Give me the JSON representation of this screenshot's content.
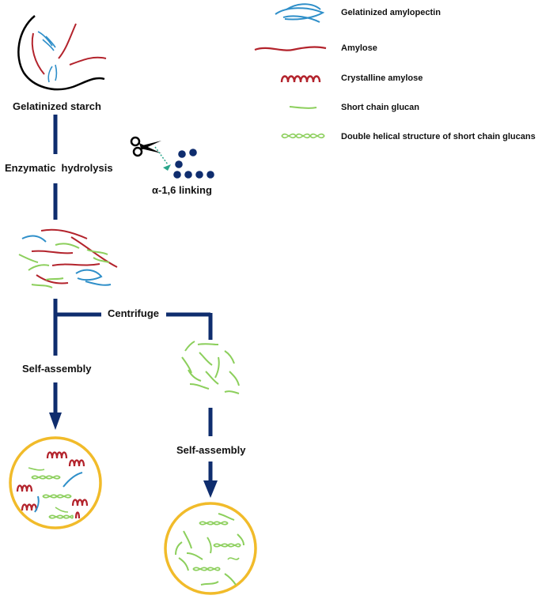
{
  "colors": {
    "amylopectin": "#2f8fc9",
    "amylose": "#b3232c",
    "glucan": "#8ccf5c",
    "flow": "#0f2d6e",
    "circle": "#f1bb2a",
    "outline": "#000000"
  },
  "legend": {
    "items": [
      {
        "label": "Gelatinized amylopectin",
        "icon": "amylopectin-icon"
      },
      {
        "label": "Amylose",
        "icon": "amylose-icon"
      },
      {
        "label": "Crystalline amylose",
        "icon": "crystalline-amylose-icon"
      },
      {
        "label": "Short chain glucan",
        "icon": "short-chain-glucan-icon"
      },
      {
        "label": "Double helical structure of short chain glucans",
        "icon": "double-helix-icon"
      }
    ]
  },
  "labels": {
    "gelatinized_starch": "Gelatinized starch",
    "enzymatic_hydrolysis": "Enzymatic  hydrolysis",
    "linking": "α-1,6 linking",
    "centrifuge": "Centrifuge",
    "self_assembly_left": "Self-assembly",
    "self_assembly_right": "Self-assembly"
  },
  "icons": {
    "scissors": "scissors-icon",
    "glucose_chain": "glucose-chain-icon"
  }
}
